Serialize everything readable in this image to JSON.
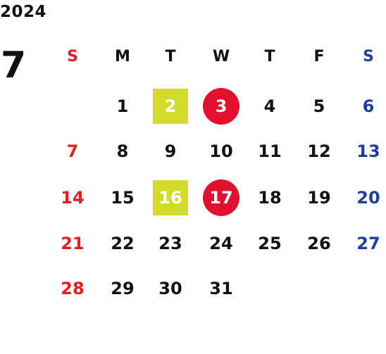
{
  "calendar": {
    "year": "2024",
    "month": "7",
    "weekdays": [
      "S",
      "M",
      "T",
      "W",
      "T",
      "F",
      "S"
    ],
    "weeks": [
      [
        "",
        "1",
        "2",
        "3",
        "4",
        "5",
        "6"
      ],
      [
        "7",
        "8",
        "9",
        "10",
        "11",
        "12",
        "13"
      ],
      [
        "14",
        "15",
        "16",
        "17",
        "18",
        "19",
        "20"
      ],
      [
        "21",
        "22",
        "23",
        "24",
        "25",
        "26",
        "27"
      ],
      [
        "28",
        "29",
        "30",
        "31",
        "",
        "",
        ""
      ]
    ],
    "highlights": {
      "square": [
        "2",
        "16"
      ],
      "circle": [
        "3",
        "17"
      ]
    },
    "colors": {
      "weekday_text": "#111111",
      "sunday": "#e02020",
      "saturday": "#1f3f9e",
      "square_highlight": "#d2dc28",
      "circle_highlight": "#e0102e",
      "highlight_text": "#ffffff"
    }
  }
}
